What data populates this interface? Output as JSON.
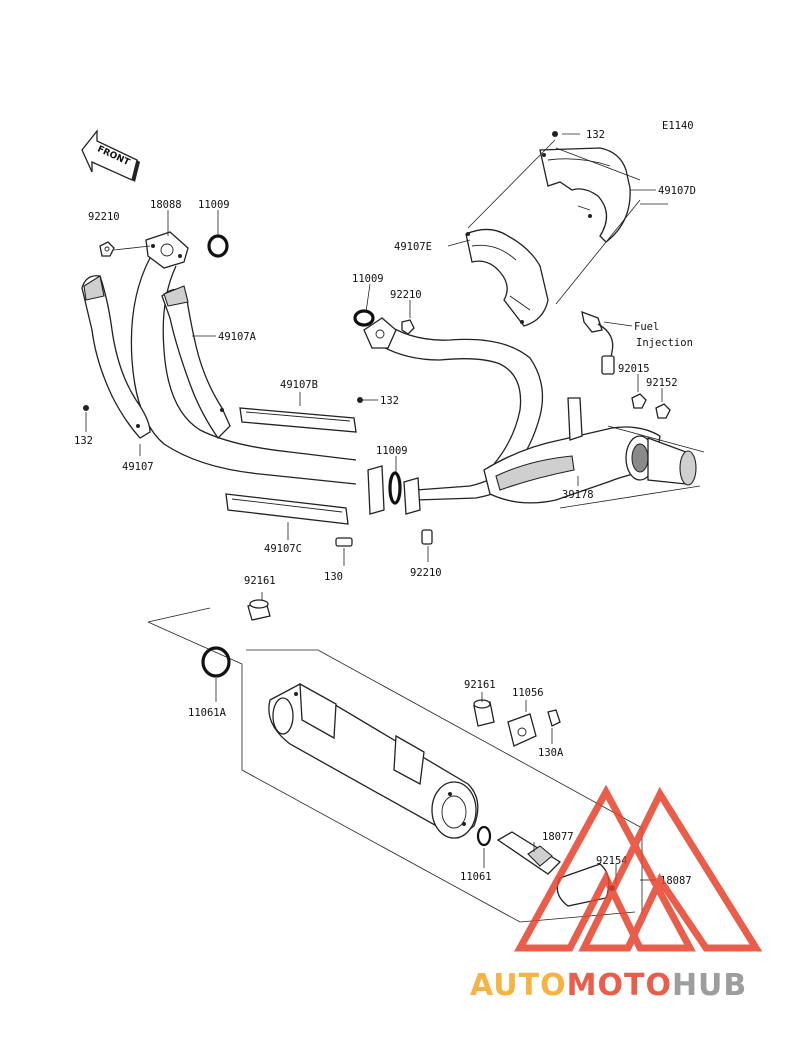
{
  "diagram": {
    "code": "E1140",
    "front_label": "FRONT",
    "fuel_injection": [
      "Fuel",
      "Injection"
    ],
    "labels": {
      "l132_top": "132",
      "l49107D": "49107D",
      "l49107E": "49107E",
      "l92210_a": "92210",
      "l18088": "18088",
      "l11009_a": "11009",
      "l49107A": "49107A",
      "l11009_b": "11009",
      "l92210_b": "92210",
      "l92015": "92015",
      "l92152": "92152",
      "l49107B": "49107B",
      "l132_mid": "132",
      "l132_left": "132",
      "l49107": "49107",
      "l11009_c": "11009",
      "l39178": "39178",
      "l49107C": "49107C",
      "l130": "130",
      "l92210_c": "92210",
      "l92161_a": "92161",
      "l11061A": "11061A",
      "l92161_b": "92161",
      "l11056": "11056",
      "l130A": "130A",
      "l18077": "18077",
      "l92154": "92154",
      "l11061": "11061",
      "l18087": "18087"
    }
  },
  "watermark": {
    "part1": "AUTO",
    "part2": "MOTO",
    "part3": "HUB",
    "colors": {
      "orange": "#f5a623",
      "red": "#e8412c",
      "gray": "#8c8c8c"
    }
  }
}
